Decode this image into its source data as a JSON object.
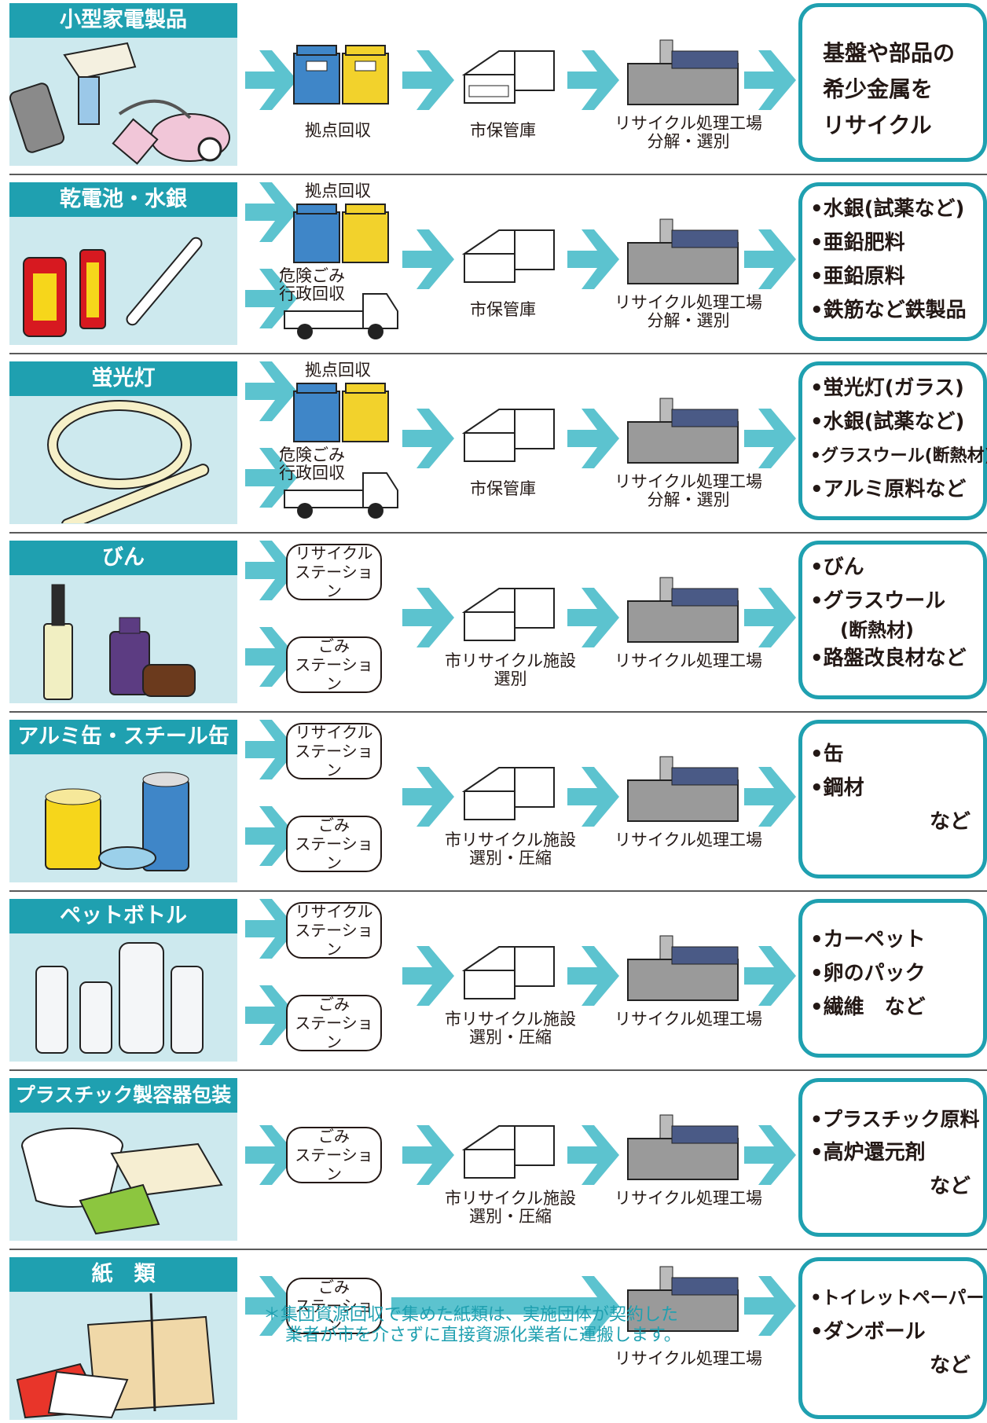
{
  "rows": [
    {
      "category": "小型家電製品",
      "collect1": "拠点回収",
      "storage": "市保管庫",
      "factory": [
        "リサイクル処理工場",
        "分解・選別"
      ],
      "result": [
        "基盤や部品の",
        "希少金属を",
        "リサイクル"
      ]
    },
    {
      "category": "乾電池・水銀",
      "collect1": "拠点回収",
      "collect2": [
        "危険ごみ",
        "行政回収"
      ],
      "storage": "市保管庫",
      "factory": [
        "リサイクル処理工場",
        "分解・選別"
      ],
      "result": [
        "•水銀(試薬など)",
        "•亜鉛肥料",
        "•亜鉛原料",
        "•鉄筋など鉄製品"
      ]
    },
    {
      "category": "蛍光灯",
      "collect1": "拠点回収",
      "collect2": [
        "危険ごみ",
        "行政回収"
      ],
      "storage": "市保管庫",
      "factory": [
        "リサイクル処理工場",
        "分解・選別"
      ],
      "result": [
        "•蛍光灯(ガラス)",
        "•水銀(試薬など)",
        "•グラスウール(断熱材)",
        "•アルミ原料など"
      ]
    },
    {
      "category": "びん",
      "station1": [
        "リサイクル",
        "ステーション"
      ],
      "station2": [
        "ごみ",
        "ステーション"
      ],
      "facility": [
        "市リサイクル施設",
        "選別"
      ],
      "factory": [
        "リサイクル処理工場"
      ],
      "result": [
        "•びん",
        "•グラスウール",
        "(断熱材)",
        "•路盤改良材など"
      ]
    },
    {
      "category": "アルミ缶・スチール缶",
      "station1": [
        "リサイクル",
        "ステーション"
      ],
      "station2": [
        "ごみ",
        "ステーション"
      ],
      "facility": [
        "市リサイクル施設",
        "選別・圧縮"
      ],
      "factory": [
        "リサイクル処理工場"
      ],
      "result": [
        "•缶",
        "•鋼材",
        "など"
      ]
    },
    {
      "category": "ペットボトル",
      "station1": [
        "リサイクル",
        "ステーション"
      ],
      "station2": [
        "ごみ",
        "ステーション"
      ],
      "facility": [
        "市リサイクル施設",
        "選別・圧縮"
      ],
      "factory": [
        "リサイクル処理工場"
      ],
      "result": [
        "•カーペット",
        "•卵のパック",
        "•繊維　など"
      ]
    },
    {
      "category": "プラスチック製容器包装",
      "station1": [
        "ごみ",
        "ステーション"
      ],
      "facility": [
        "市リサイクル施設",
        "選別・圧縮"
      ],
      "factory": [
        "リサイクル処理工場"
      ],
      "result": [
        "•プラスチック原料",
        "•高炉還元剤",
        "など"
      ]
    },
    {
      "category": "紙　類",
      "station1": [
        "ごみ",
        "ステーション"
      ],
      "factory": [
        "リサイクル処理工場"
      ],
      "result": [
        "•トイレットペーパー",
        "•ダンボール",
        "など"
      ]
    }
  ],
  "note": [
    "＊集団資源回収で集めた紙類は、実施団体が契約した",
    "業者が市を介さずに直接資源化業者に運搬します。"
  ],
  "colors": {
    "accent": "#1fa0b0",
    "arrow": "#5cc3cf",
    "panel": "#cde9ee"
  }
}
